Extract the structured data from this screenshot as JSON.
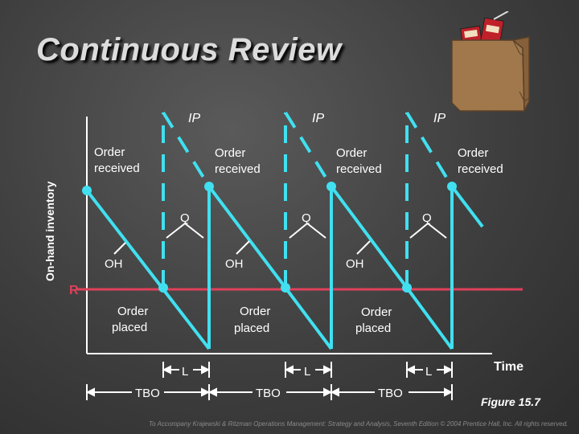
{
  "title": "Continuous Review",
  "y_axis_label": "On-hand inventory",
  "x_axis_label": "Time",
  "reorder_point_label": "R",
  "labels": {
    "ip": "IP",
    "order_received": [
      "Order",
      "received"
    ],
    "q": "Q",
    "oh": "OH",
    "order_placed": [
      "Order",
      "placed"
    ],
    "lead_time": "L",
    "tbo": "TBO"
  },
  "figure_caption": "Figure 15.7",
  "footer_text": "To Accompany Krajewski & Ritzman Operations Management: Strategy and Analysis, Seventh Edition © 2004 Prentice Hall, Inc. All rights reserved.",
  "colors": {
    "inventory_line": "#40e0f0",
    "reorder_line": "#e0405a",
    "text": "#ffffff",
    "axis": "#ffffff"
  },
  "icons": [
    "grocery-bag-icon"
  ]
}
